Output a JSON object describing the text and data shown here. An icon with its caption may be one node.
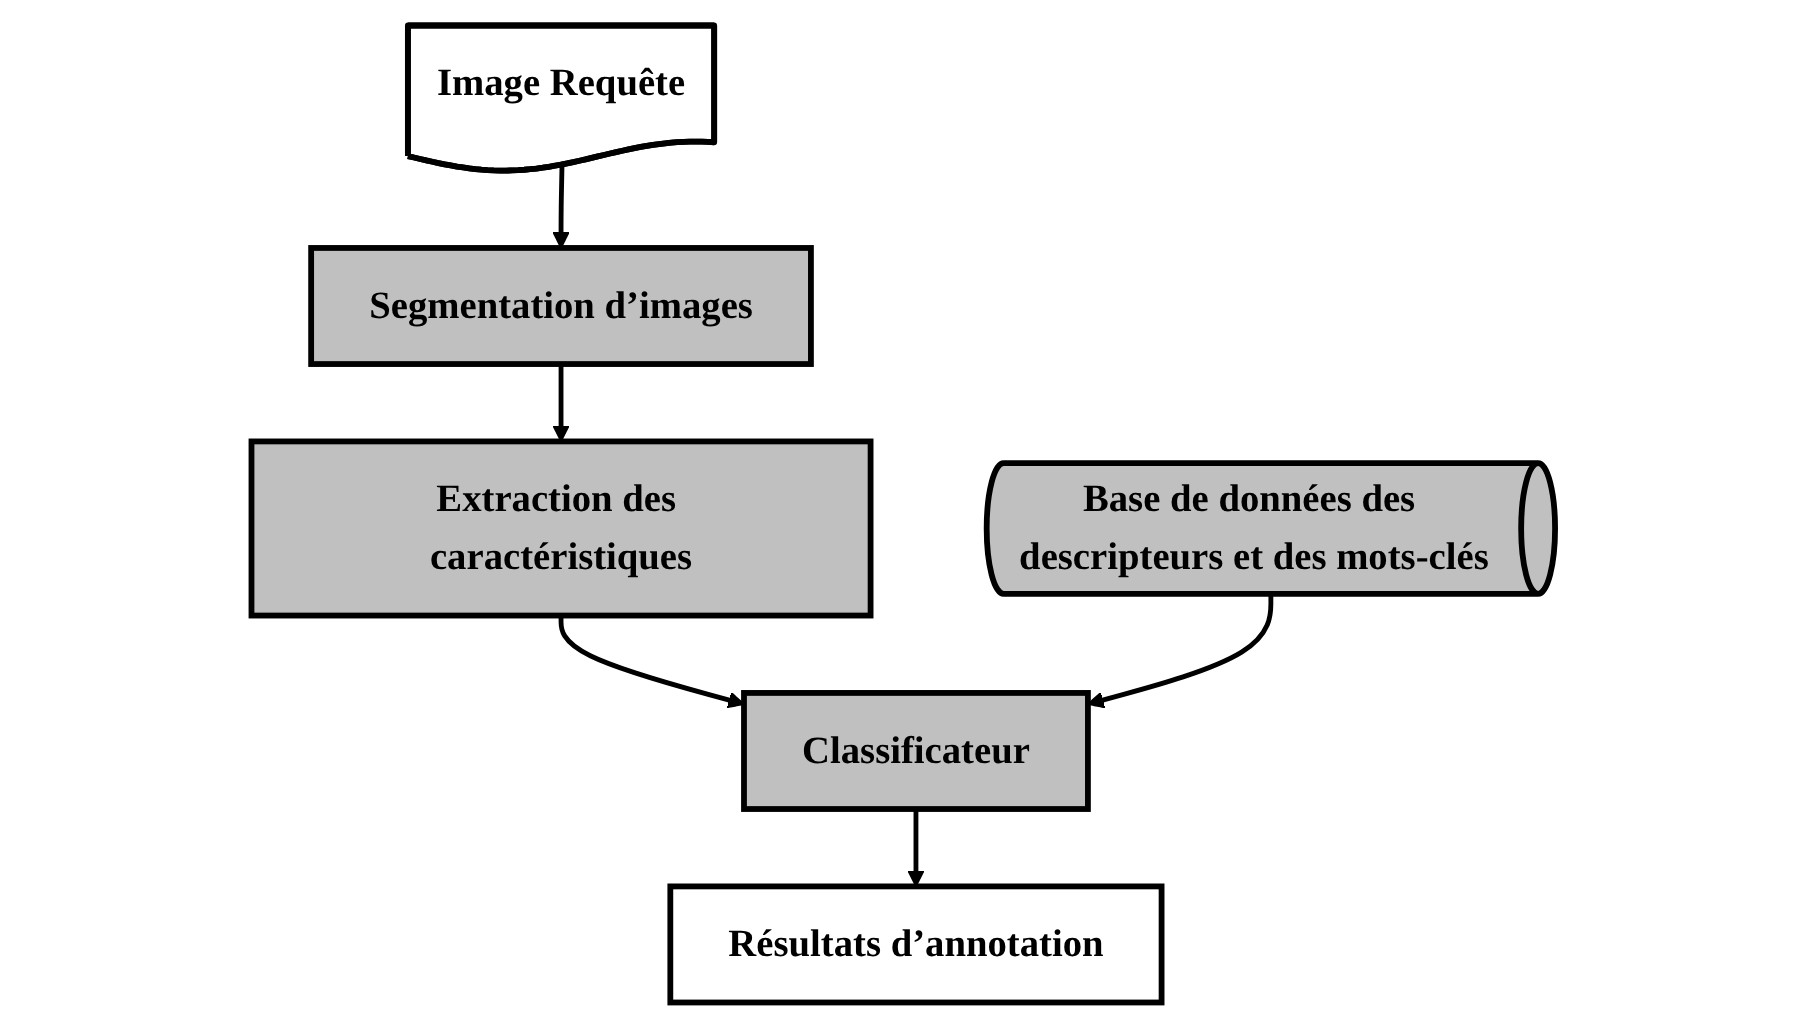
{
  "diagram": {
    "nodes": [
      {
        "text": [
          "Image Requête"
        ]
      },
      {
        "text": [
          "Segmentation d’images"
        ]
      },
      {
        "text": [
          "Extraction des caractéristiques"
        ]
      },
      {
        "text": [
          "Classificateur"
        ]
      },
      {
        "text": [
          "Résultats d’annotation"
        ]
      },
      {
        "text": [
          "Base de données des descripteurs et des mots-clés"
        ]
      }
    ],
    "edges": [
      {
        "from": 0,
        "to": 1,
        "arrow": "to"
      },
      {
        "from": 1,
        "to": 2,
        "arrow": "to"
      },
      {
        "from": 2,
        "to": 3,
        "arrow": "to"
      },
      {
        "from": 3,
        "to": 4,
        "arrow": "to"
      },
      {
        "from": 5,
        "to": 3,
        "arrow": "to"
      }
    ]
  }
}
